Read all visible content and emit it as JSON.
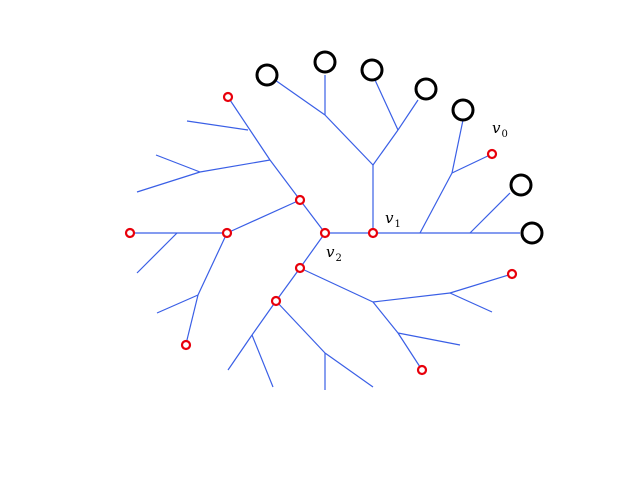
{
  "labels": {
    "v0": {
      "base": "v",
      "sub": "0"
    },
    "v1": {
      "base": "v",
      "sub": "1"
    },
    "v2": {
      "base": "v",
      "sub": "2"
    }
  },
  "colors": {
    "edge": "#3a5fe6",
    "red_node": "#e8000b",
    "black_node": "#000000",
    "background": "#ffffff"
  }
}
